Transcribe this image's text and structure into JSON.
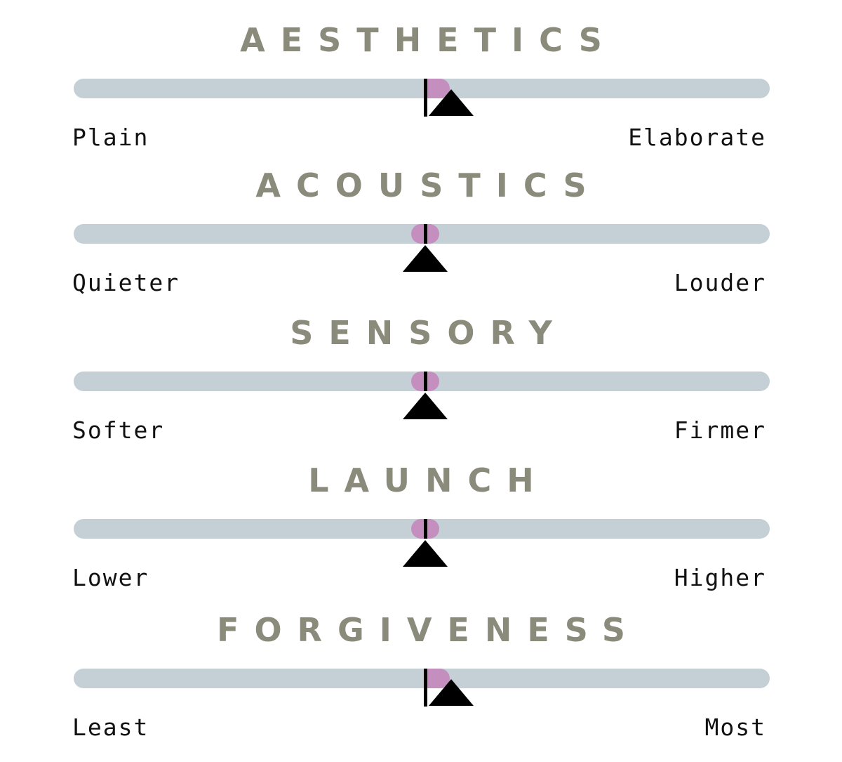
{
  "colors": {
    "title": "#8a8b7b",
    "track": "#c4d0d6",
    "fill": "#c48fbf",
    "marker": "#000000",
    "label": "#111111"
  },
  "sliders": [
    {
      "title": "AESTHETICS",
      "left_label": "Plain",
      "right_label": "Elaborate",
      "value": 0.07
    },
    {
      "title": "ACOUSTICS",
      "left_label": "Quieter",
      "right_label": "Louder",
      "value": 0
    },
    {
      "title": "SENSORY",
      "left_label": "Softer",
      "right_label": "Firmer",
      "value": 0
    },
    {
      "title": "LAUNCH",
      "left_label": "Lower",
      "right_label": "Higher",
      "value": 0
    },
    {
      "title": "FORGIVENESS",
      "left_label": "Least",
      "right_label": "Most",
      "value": 0.07
    }
  ]
}
